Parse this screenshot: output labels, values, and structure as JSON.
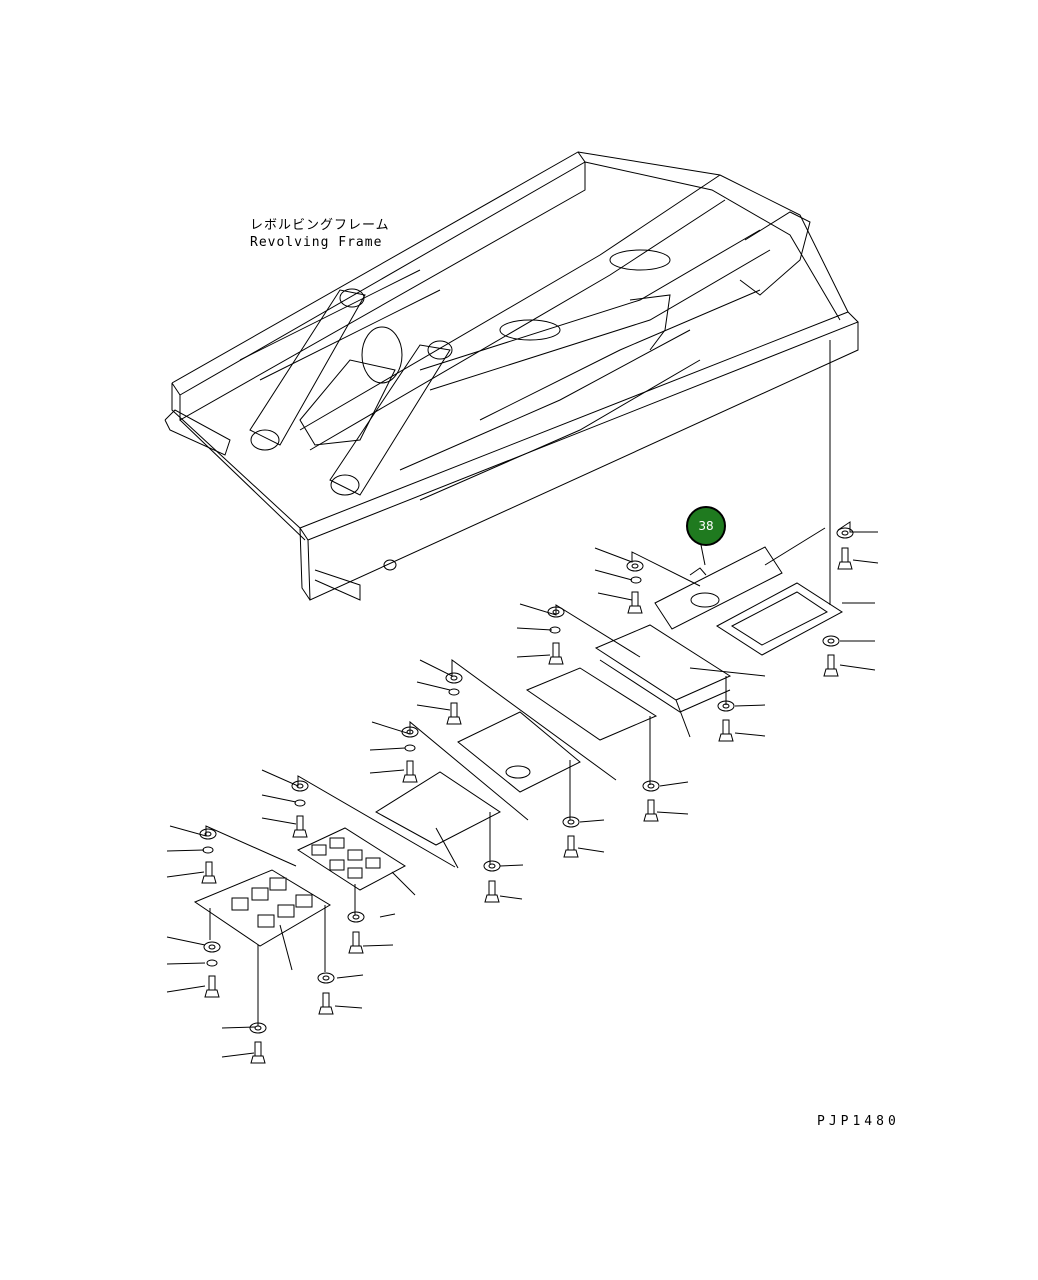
{
  "title_jp": "レボルビングフレーム",
  "title_en": "Revolving Frame",
  "callout_number": "38",
  "callout_color": "#1f7a1f",
  "drawing_code": "PJP1480",
  "icons": [
    "bolt-icon",
    "washer-icon",
    "cover-plate-icon",
    "frame-icon"
  ]
}
